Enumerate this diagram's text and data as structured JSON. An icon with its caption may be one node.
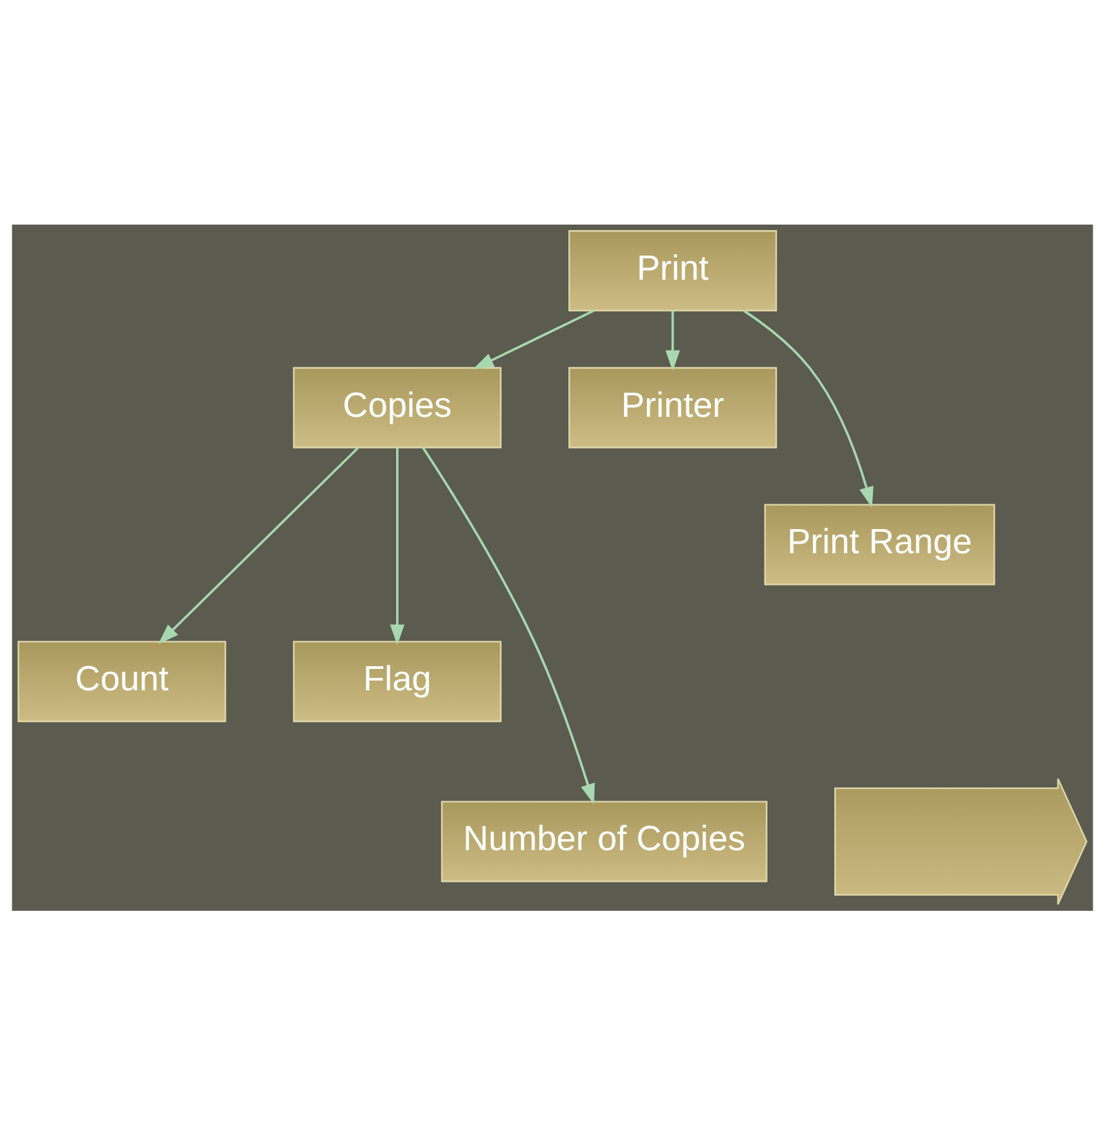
{
  "diagram": {
    "nodes": [
      {
        "text": [
          "Print"
        ]
      },
      {
        "text": [
          "Copies"
        ]
      },
      {
        "text": [
          "Printer"
        ]
      },
      {
        "text": [
          "Print Range"
        ]
      },
      {
        "text": [
          "Count"
        ]
      },
      {
        "text": [
          "Flag"
        ]
      },
      {
        "text": [
          "Number of Copies"
        ]
      },
      {
        "text": [],
        "shape": "arrow"
      }
    ],
    "edges": [
      {
        "from": 0,
        "to": 1,
        "arrow": "to"
      },
      {
        "from": 0,
        "to": 3,
        "arrow": "to"
      },
      {
        "from": 0,
        "to": 2,
        "arrow": "to"
      },
      {
        "from": 1,
        "to": 4,
        "arrow": "to"
      },
      {
        "from": 1,
        "to": 6,
        "arrow": "to"
      },
      {
        "from": 1,
        "to": 5,
        "arrow": "to"
      }
    ]
  }
}
